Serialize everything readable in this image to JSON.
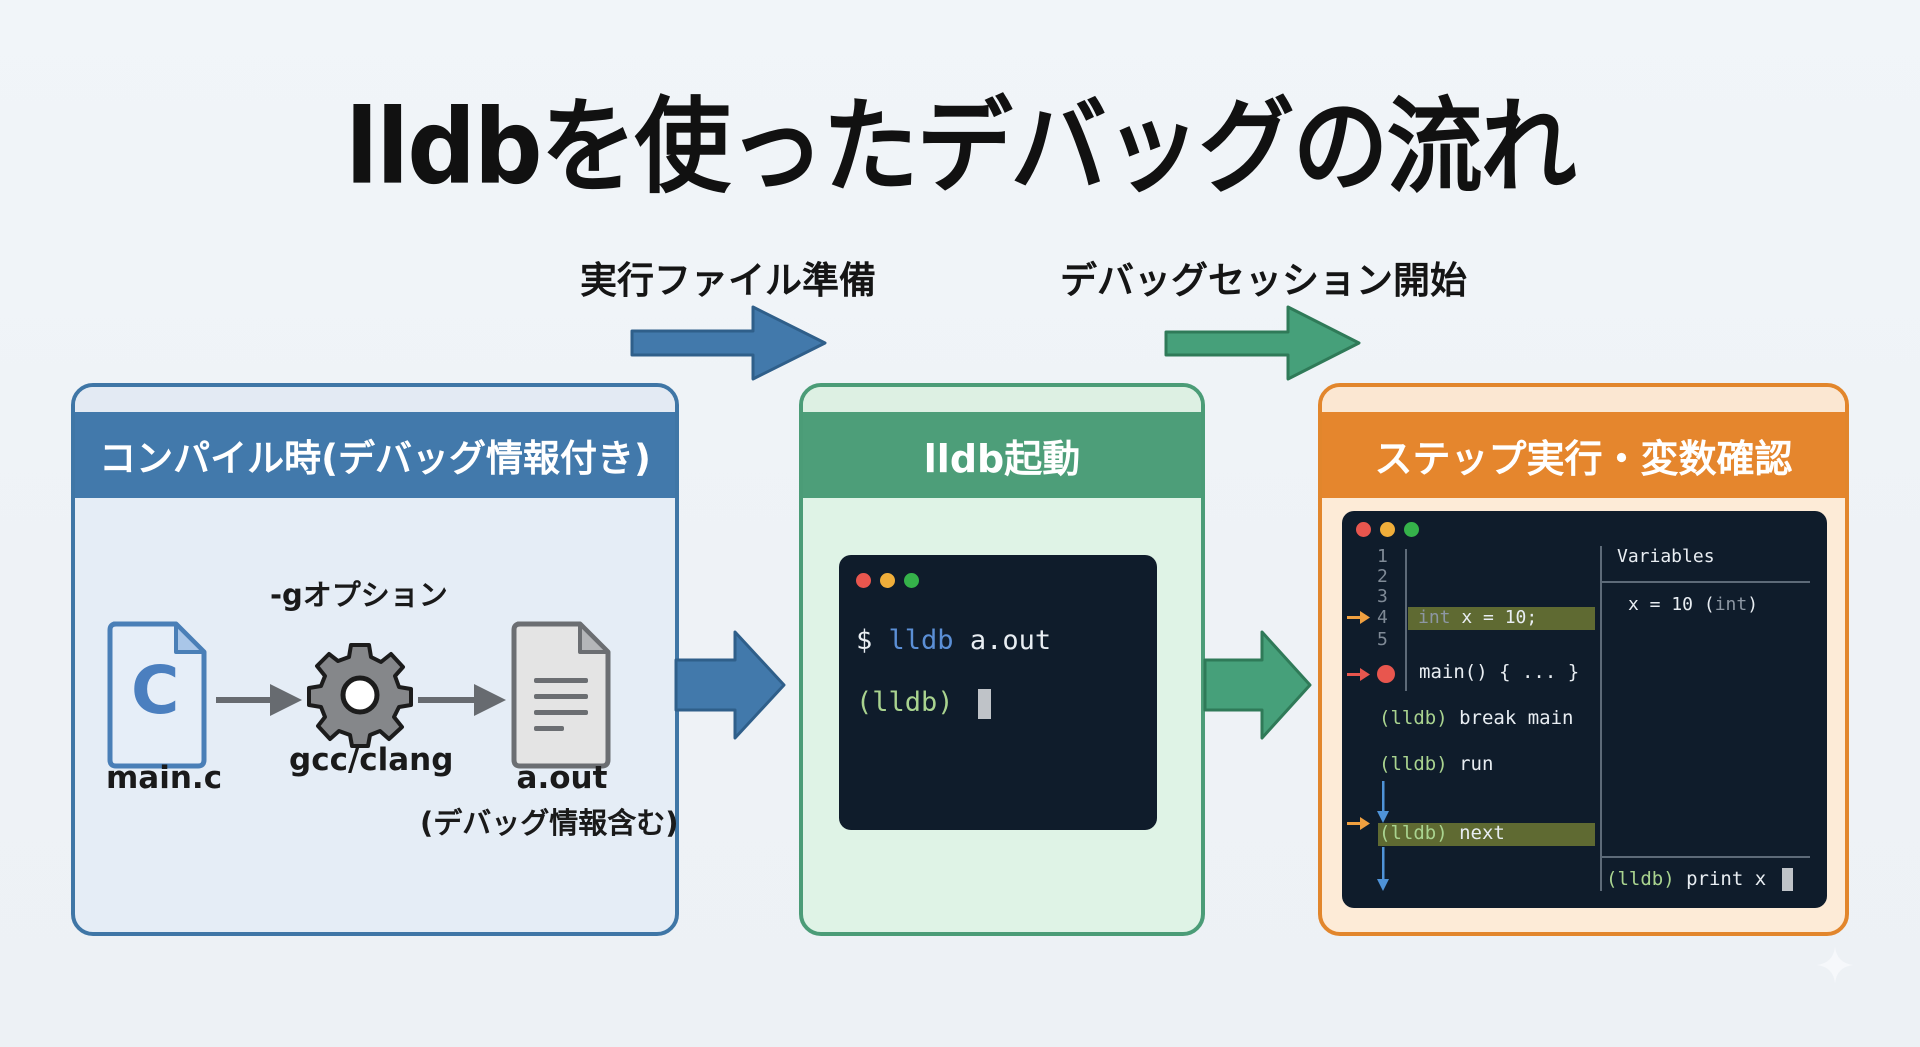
{
  "title": "lldbを使ったデバッグの流れ",
  "flow_steps": [
    {
      "label": "実行ファイル準備",
      "color": "#3f76a6"
    },
    {
      "label": "デバッグセッション開始",
      "color": "#46a07a"
    }
  ],
  "panels": {
    "compile": {
      "header": "コンパイル時(デバッグ情報付き)",
      "option_label": "-gオプション",
      "source": {
        "icon": "c-source-file-icon",
        "letter": "C",
        "label": "main.c"
      },
      "compiler": {
        "icon": "gear-icon",
        "label": "gcc/clang"
      },
      "output": {
        "icon": "document-icon",
        "label": "a.out",
        "sublabel": "(デバッグ情報含む)"
      },
      "accent": "#4279ab"
    },
    "launch": {
      "header": "lldb起動",
      "terminal": {
        "line1": {
          "prompt": "$",
          "cmd": "lldb",
          "arg": "a.out"
        },
        "line2": {
          "prompt": "(lldb)"
        }
      },
      "accent": "#4d9e79"
    },
    "step": {
      "header": "ステップ実行・変数確認",
      "accent": "#e5862d",
      "line_numbers": [
        "1",
        "2",
        "3",
        "4",
        "5"
      ],
      "current_line_code": {
        "kw": "int",
        "rest": " x = 10;"
      },
      "breakpoint_line": "main() { ... }",
      "commands": [
        {
          "prompt": "(lldb)",
          "cmd": "break main"
        },
        {
          "prompt": "(lldb)",
          "cmd": "run"
        },
        {
          "prompt": "(lldb)",
          "cmd": "next"
        }
      ],
      "variables": {
        "title": "Variables",
        "entry": {
          "expr": "x = 10 (",
          "type": "int",
          "close": ")"
        }
      },
      "console": {
        "prompt": "(lldb)",
        "cmd": "print x"
      }
    }
  },
  "colors": {
    "blue": "#4279ab",
    "green": "#4d9e79",
    "orange": "#e5862d",
    "terminal_bg": "#0f1c2b",
    "highlight": "#5f6a32",
    "prompt": "#a9d38f"
  }
}
